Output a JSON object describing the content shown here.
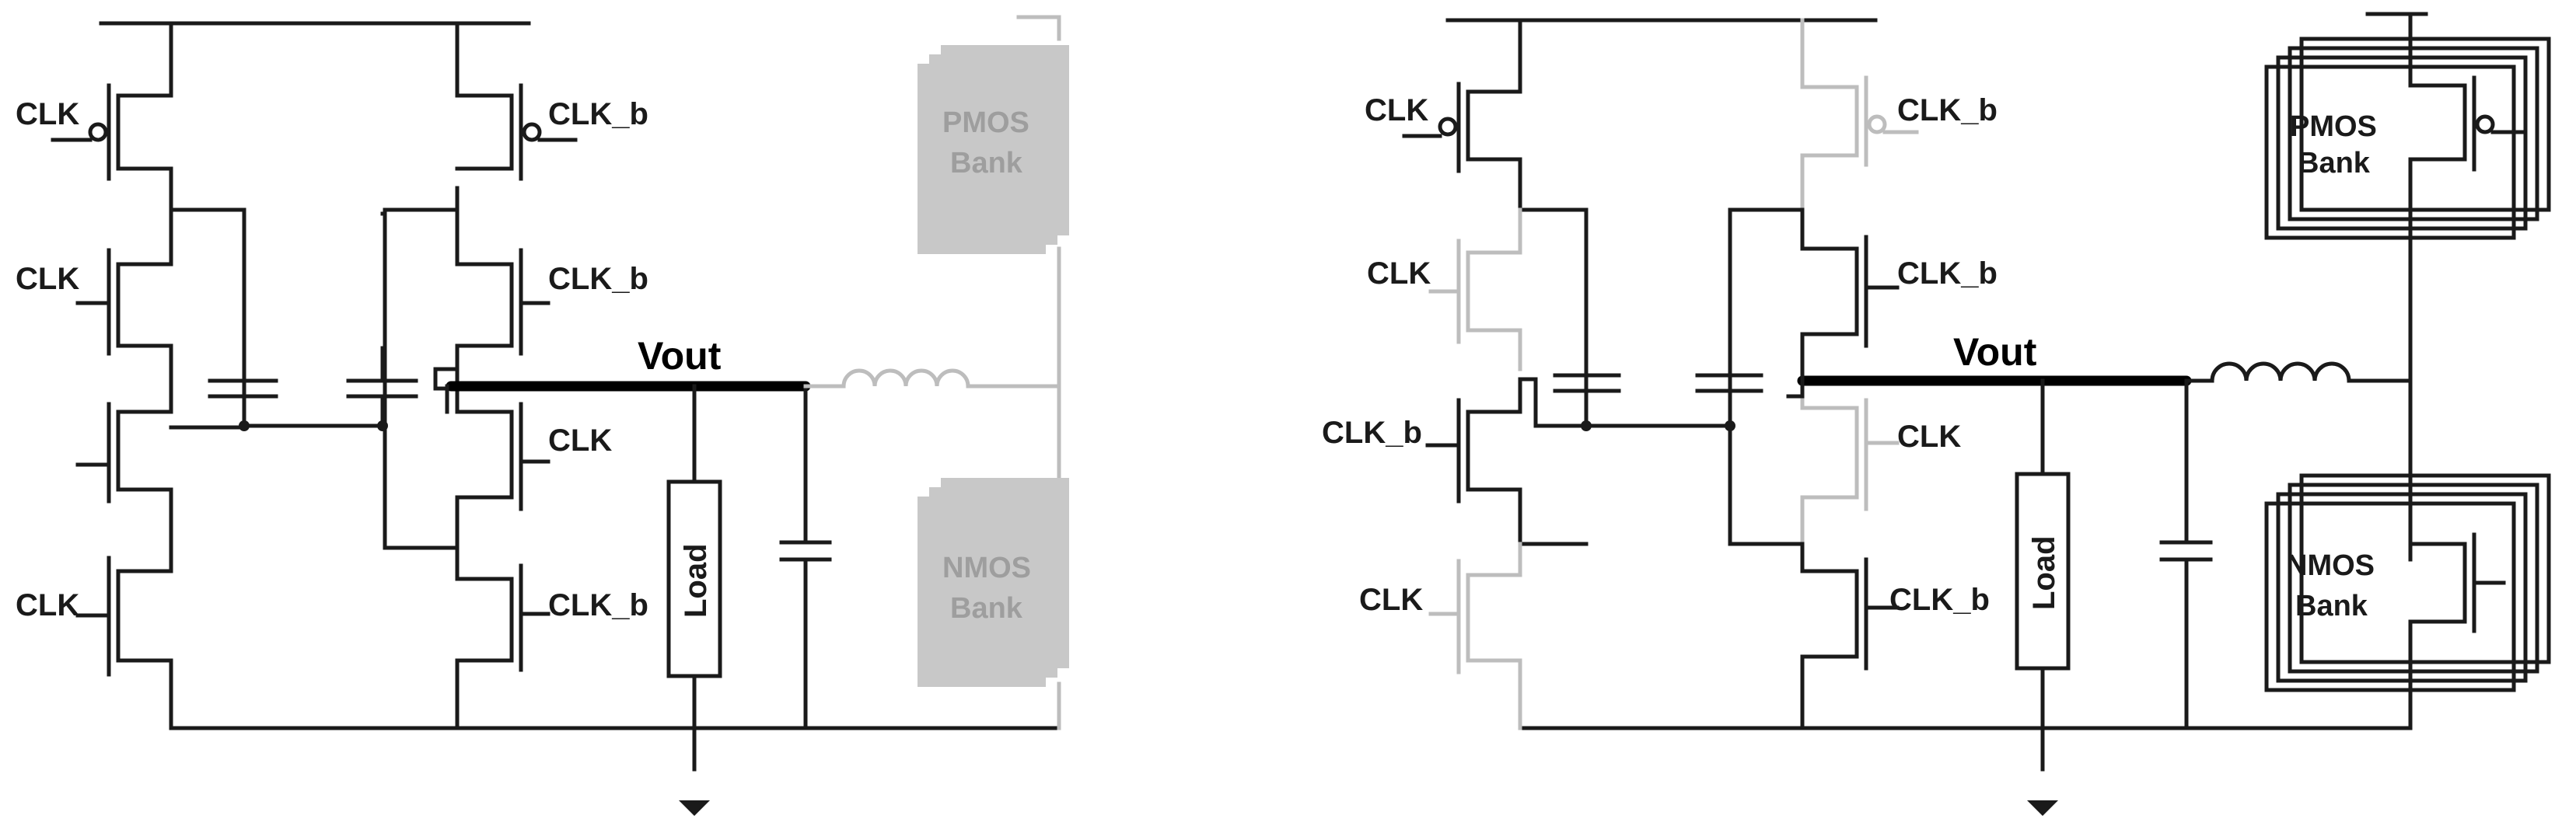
{
  "left_circuit": {
    "transistor_labels": [
      "CLK",
      "CLK_b",
      "CLK",
      "CLK_b",
      "CLK",
      "CLK",
      "CLK_b"
    ],
    "output_label": "Vout",
    "load_label": "Load",
    "pmos_bank_label": [
      "PMOS",
      "Bank"
    ],
    "nmos_bank_label": [
      "NMOS",
      "Bank"
    ]
  },
  "right_circuit": {
    "transistor_labels": [
      "CLK",
      "CLK_b",
      "CLK",
      "CLK_b",
      "CLK_b",
      "CLK",
      "CLK",
      "CLK_b"
    ],
    "output_label": "Vout",
    "load_label": "Load",
    "pmos_bank_label": [
      "PMOS",
      "Bank"
    ],
    "nmos_bank_label": [
      "NMOS",
      "Bank"
    ]
  },
  "colors": {
    "active": "#1a1a1a",
    "inactive": "#bdbdbd",
    "bank_fill": "#c8c8c8"
  }
}
